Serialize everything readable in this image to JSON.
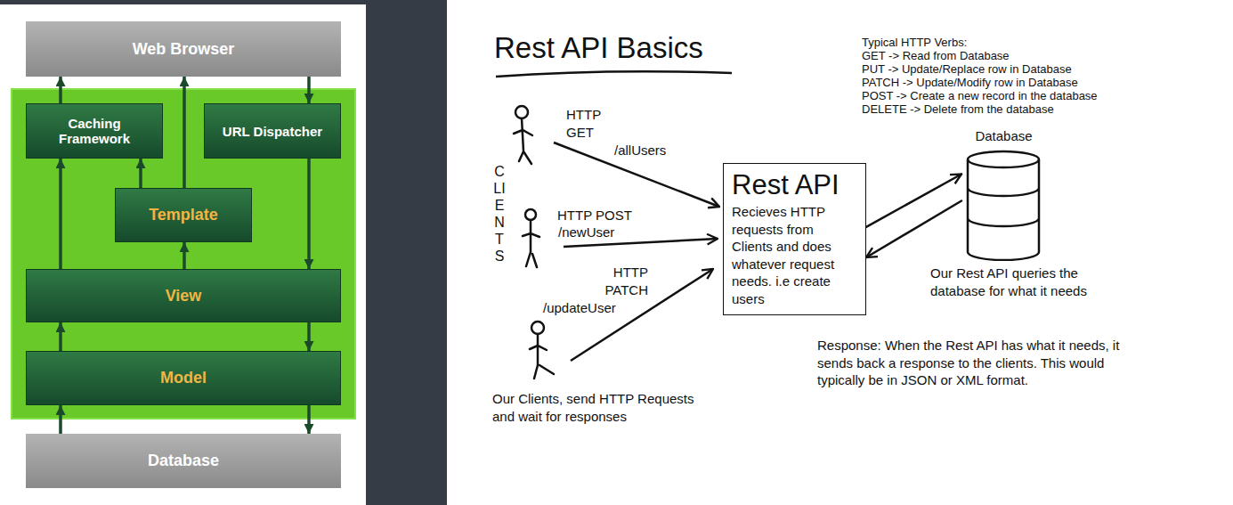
{
  "diagram": {
    "title": "Rest API Basics",
    "nodes": [
      {
        "text": [
          "Web Browser"
        ]
      },
      {
        "text": [
          "Caching Framework"
        ]
      },
      {
        "text": [
          "URL Dispatcher"
        ]
      },
      {
        "text": [
          "Template"
        ]
      },
      {
        "text": [
          "View"
        ]
      },
      {
        "text": [
          "Model"
        ]
      },
      {
        "text": [
          "Database"
        ]
      },
      {
        "text": [
          "Rest API",
          "Recieves HTTP requests from Clients and does whatever request needs. i.e create users"
        ]
      },
      {
        "text": [
          "Database"
        ]
      }
    ],
    "edges": [
      {
        "from": 0,
        "to": 2,
        "arrow": "to"
      },
      {
        "from": 1,
        "to": 0,
        "arrow": "to"
      },
      {
        "from": 3,
        "to": 0,
        "arrow": "to"
      },
      {
        "from": 3,
        "to": 1,
        "arrow": "to"
      },
      {
        "from": 2,
        "to": 4,
        "arrow": "to"
      },
      {
        "from": 4,
        "to": 1,
        "arrow": "to"
      },
      {
        "from": 4,
        "to": 3,
        "arrow": "to"
      },
      {
        "from": 5,
        "to": 4,
        "arrow": "to"
      },
      {
        "from": 4,
        "to": 5,
        "arrow": "to"
      },
      {
        "from": 6,
        "to": 5,
        "arrow": "to"
      },
      {
        "from": 5,
        "to": 6,
        "arrow": "to"
      },
      {
        "from": 7,
        "to": 8,
        "arrow": "to"
      },
      {
        "from": 8,
        "to": 7,
        "arrow": "to"
      }
    ],
    "labels": [
      "Typical HTTP Verbs:",
      "GET -> Read from Database",
      "PUT -> Update/Replace row in Database",
      "PATCH -> Update/Modify row in Database",
      "POST -> Create a new record in the database",
      "DELETE -> Delete from the database",
      "HTTP GET",
      "/allUsers",
      "CLIENTS",
      "HTTP POST",
      "/newUser",
      "HTTP PATCH",
      "/updateUser",
      "Our Clients, send HTTP Requests and wait for responses",
      "Our Rest API queries the database for what it needs",
      "Response: When the Rest API has what it needs, it sends back a response to the clients. This would typically be in JSON or XML format."
    ]
  }
}
